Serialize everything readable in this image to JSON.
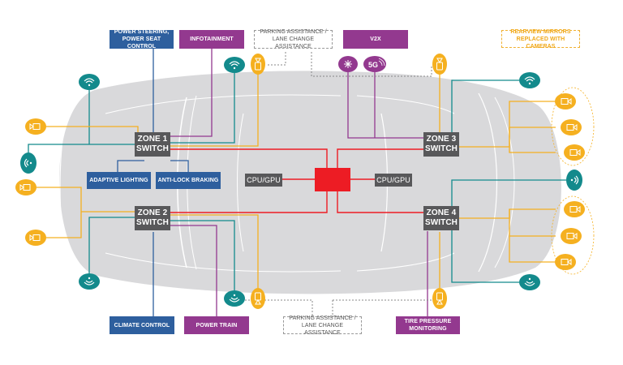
{
  "title": "Zonal vehicle E/E architecture",
  "colors": {
    "power_domain_blue": "#2e5f9e",
    "infotainment_purple": "#93398f",
    "zone_switch_gray": "#58585a",
    "central_compute_red": "#ed1c24",
    "camera_gold": "#f5b020",
    "radar_teal": "#138a8c",
    "car_body": "#d9d9db"
  },
  "central": {
    "hub_label": "",
    "cpu_left": "CPU/GPU",
    "cpu_right": "CPU/GPU"
  },
  "zones": [
    {
      "id": "zone1",
      "label": "ZONE 1\nSWITCH"
    },
    {
      "id": "zone2",
      "label": "ZONE 2\nSWITCH"
    },
    {
      "id": "zone3",
      "label": "ZONE 3\nSWITCH"
    },
    {
      "id": "zone4",
      "label": "ZONE 4\nSWITCH"
    }
  ],
  "function_boxes": {
    "power_steering": "POWER STEERING,\nPOWER SEAT CONTROL",
    "infotainment": "INFOTAINMENT",
    "parking_top": "PARKING ASSISTANCE /\nLANE CHANGE ASSISTANCE",
    "v2x": "V2X",
    "rearview": "REARVIEW MIRRORS\nREPLACED WITH CAMERAS",
    "adaptive_lighting": "ADAPTIVE LIGHTING",
    "anti_lock_braking": "ANTI-LOCK BRAKING",
    "climate_control": "CLIMATE CONTROL",
    "power_train": "POWER TRAIN",
    "parking_bottom": "PARKING ASSISTANCE /\nLANE CHANGE ASSISTANCE",
    "tire_pressure": "TIRE PRESSURE\nMONITORING"
  },
  "v2x_icons": {
    "left": "satellite-burst-icon",
    "right": "5G"
  },
  "sensor_icons": {
    "wifi": "wifi-icon",
    "camera": "camera-icon",
    "radar": "radar-icon",
    "ultrasonic": "ultrasonic-sensor-icon",
    "lidar": "lidar-icon"
  }
}
